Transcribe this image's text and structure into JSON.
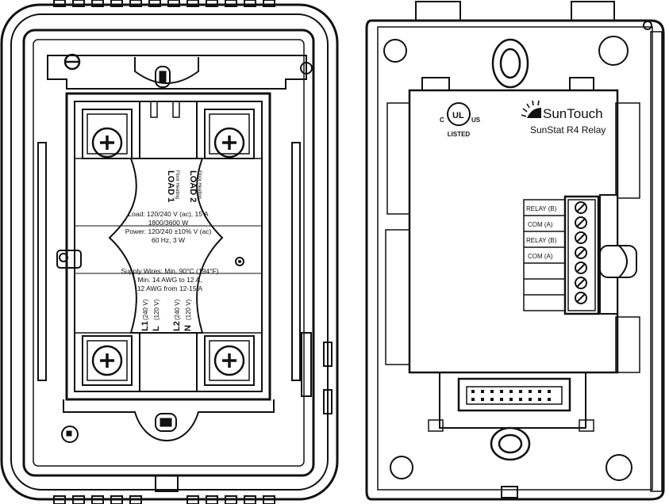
{
  "left_unit": {
    "load1_label": "LOAD 1",
    "load1_sub": "Floor Heating",
    "load2_label": "LOAD 2",
    "load2_sub": "Floor Heating",
    "spec_load_line1": "Load: 120/240 V (ac), 15 A",
    "spec_load_line2": "1800/3600 W",
    "spec_power_line1": "Power: 120/240 ±10% V (ac)",
    "spec_power_line2": "60 Hz, 3 W",
    "supply_line1": "Supply Wires: Min. 90°C (194°F)",
    "supply_line2": "Min. 14 AWG to 12 A,",
    "supply_line3": "12 AWG from 12-15 A",
    "l1_label": "L1",
    "l1_volt": "(240 V)",
    "l_label": "L",
    "l_volt": "(120 V)",
    "l2_label": "L2",
    "l2_volt": "(240 V)",
    "n_label": "N",
    "n_volt": "(120 V)"
  },
  "right_unit": {
    "ul_c": "C",
    "ul_mark": "UL",
    "ul_us": "US",
    "ul_listed": "LISTED",
    "brand": "SunTouch",
    "model": "SunStat R4 Relay",
    "terminals": [
      "RELAY (B)",
      "COM (A)",
      "RELAY (B)",
      "COM (A)",
      "",
      "",
      ""
    ]
  }
}
